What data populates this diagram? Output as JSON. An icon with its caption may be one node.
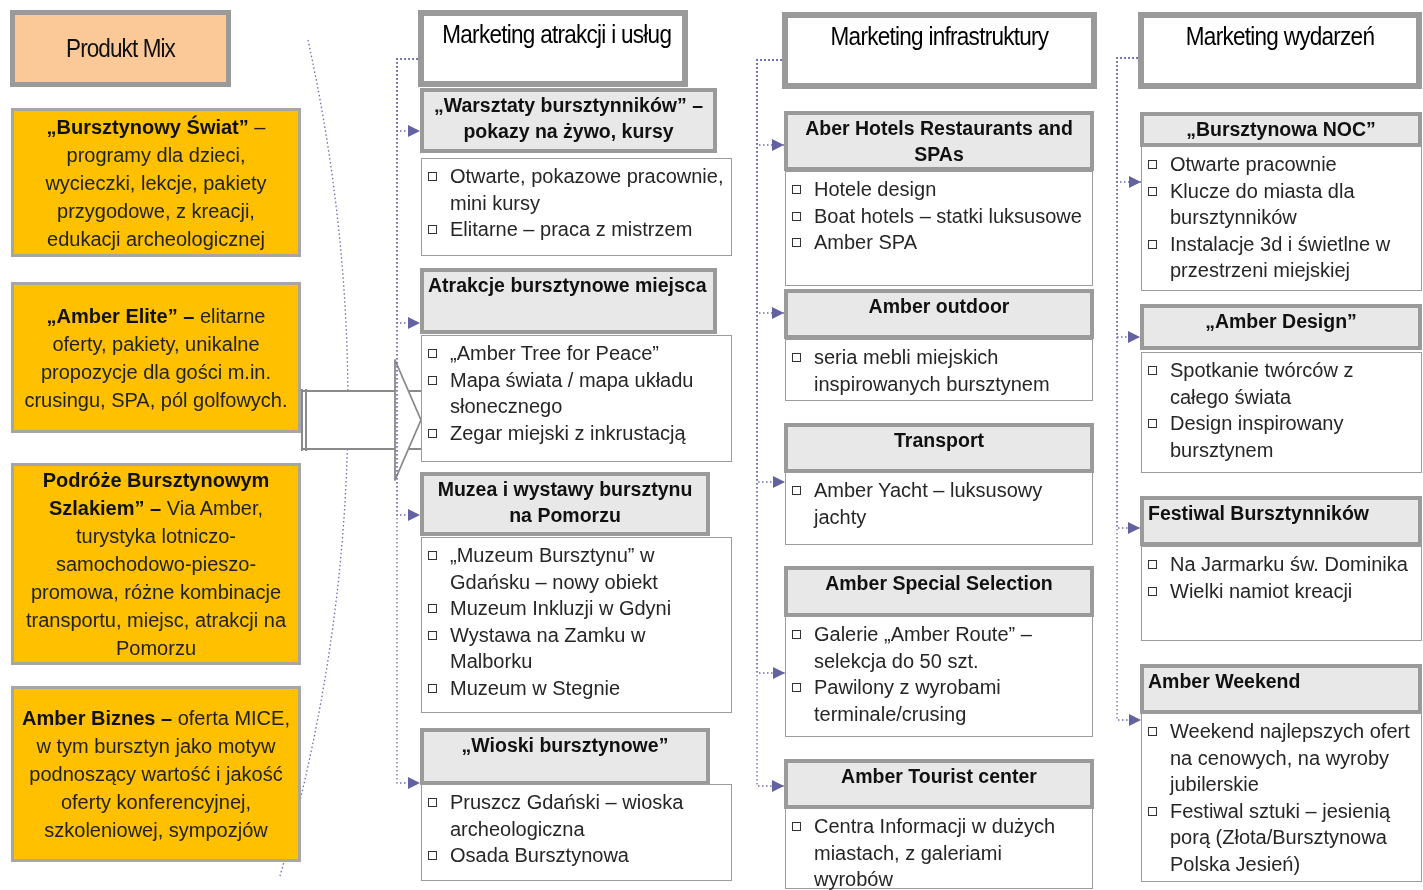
{
  "diagram": {
    "nodes": [
      {
        "text": [
          "Produkt Mix"
        ]
      },
      {
        "text": [
          "**„Bursztynowy Świat”** – programy dla dzieci, wycieczki, lekcje, pakiety przygodowe, z kreacji, edukacji archeologicznej"
        ]
      },
      {
        "text": [
          "**„Amber Elite” –** elitarne oferty, pakiety, unikalne propozycje dla gości m.in. crusingu, SPA, pól golfowych."
        ]
      },
      {
        "text": [
          "**Podróże Bursztynowym Szlakiem” –** Via Amber, turystyka lotniczo-samochodowo-pieszo-promowa, różne kombinacje transportu, miejsc, atrakcji na Pomorzu"
        ]
      },
      {
        "text": [
          "**Amber Biznes –** oferta MICE, w tym bursztyn jako motyw podnoszący wartość i jakość oferty konferencyjnej, szkoleniowej, sympozjów"
        ]
      },
      {
        "text": [
          "Marketing atrakcji i usług"
        ]
      },
      {
        "text": [
          "„Warsztaty bursztynników” – pokazy na żywo, kursy"
        ]
      },
      {
        "text": [
          "Otwarte, pokazowe pracownie, mini kursy",
          "Elitarne – praca z mistrzem"
        ]
      },
      {
        "text": [
          "Atrakcje bursztynowe miejsca"
        ]
      },
      {
        "text": [
          "„Amber Tree for Peace”",
          "Mapa świata / mapa układu słonecznego",
          "Zegar miejski z inkrustacją"
        ]
      },
      {
        "text": [
          "Muzea i wystawy bursztynu na Pomorzu"
        ]
      },
      {
        "text": [
          "„Muzeum Bursztynu” w Gdańsku – nowy obiekt",
          "Muzeum Inkluzji w Gdyni",
          "Wystawa na Zamku w Malborku",
          "Muzeum w Stegnie"
        ]
      },
      {
        "text": [
          "„Wioski bursztynowe”"
        ]
      },
      {
        "text": [
          "Pruszcz Gdański – wioska archeologiczna",
          "Osada Bursztynowa"
        ]
      },
      {
        "text": [
          "Marketing infrastruktury"
        ]
      },
      {
        "text": [
          "Aber Hotels Restaurants and SPAs"
        ]
      },
      {
        "text": [
          "Hotele design",
          "Boat hotels – statki luksusowe",
          "Amber SPA"
        ]
      },
      {
        "text": [
          "Amber outdoor"
        ]
      },
      {
        "text": [
          "seria mebli miejskich inspirowanych bursztynem"
        ]
      },
      {
        "text": [
          "Transport"
        ]
      },
      {
        "text": [
          "Amber Yacht – luksusowy jachty"
        ]
      },
      {
        "text": [
          "Amber Special Selection"
        ]
      },
      {
        "text": [
          "Galerie „Amber Route” – selekcja do 50 szt.",
          "Pawilony z wyrobami terminale/crusing"
        ]
      },
      {
        "text": [
          "Amber Tourist center"
        ]
      },
      {
        "text": [
          "Centra Informacji w dużych miastach, z galeriami wyrobów"
        ]
      },
      {
        "text": [
          "Marketing wydarzeń"
        ]
      },
      {
        "text": [
          "„Bursztynowa NOC”"
        ]
      },
      {
        "text": [
          "Otwarte pracownie",
          "Klucze do miasta dla bursztynników",
          "Instalacje 3d i świetlne w przestrzeni miejskiej"
        ]
      },
      {
        "text": [
          "„Amber Design”"
        ]
      },
      {
        "text": [
          "Spotkanie twórców z całego świata",
          "Design inspirowany bursztynem"
        ]
      },
      {
        "text": [
          "Festiwal  Bursztynników"
        ]
      },
      {
        "text": [
          "Na Jarmarku św. Dominika",
          "Wielki namiot kreacji"
        ]
      },
      {
        "text": [
          "Amber Weekend"
        ]
      },
      {
        "text": [
          "Weekend najlepszych ofert na cenowych, na wyroby jubilerskie",
          "Festiwal sztuki – jesienią porą (Złota/Bursztynowa Polska Jesień)"
        ]
      }
    ],
    "edges": [
      {
        "from": 5,
        "to": 6,
        "arrow": "to",
        "style": "dashed"
      },
      {
        "from": 5,
        "to": 8,
        "arrow": "to",
        "style": "dashed"
      },
      {
        "from": 5,
        "to": 10,
        "arrow": "to",
        "style": "dashed"
      },
      {
        "from": 5,
        "to": 12,
        "arrow": "to",
        "style": "dashed"
      },
      {
        "from": 14,
        "to": 15,
        "arrow": "to",
        "style": "dashed"
      },
      {
        "from": 14,
        "to": 17,
        "arrow": "to",
        "style": "dashed"
      },
      {
        "from": 14,
        "to": 20,
        "arrow": "to",
        "style": "dashed"
      },
      {
        "from": 14,
        "to": 22,
        "arrow": "to",
        "style": "dashed"
      },
      {
        "from": 14,
        "to": 23,
        "arrow": "to",
        "style": "dashed"
      },
      {
        "from": 25,
        "to": 27,
        "arrow": "to",
        "style": "dashed"
      },
      {
        "from": 25,
        "to": 28,
        "arrow": "to",
        "style": "dashed"
      },
      {
        "from": 25,
        "to": 30,
        "arrow": "to",
        "style": "dashed"
      },
      {
        "from": 25,
        "to": 33,
        "arrow": "to",
        "style": "dashed"
      },
      {
        "from": 2,
        "to": 9,
        "arrow": "to",
        "style": "thick"
      }
    ]
  }
}
